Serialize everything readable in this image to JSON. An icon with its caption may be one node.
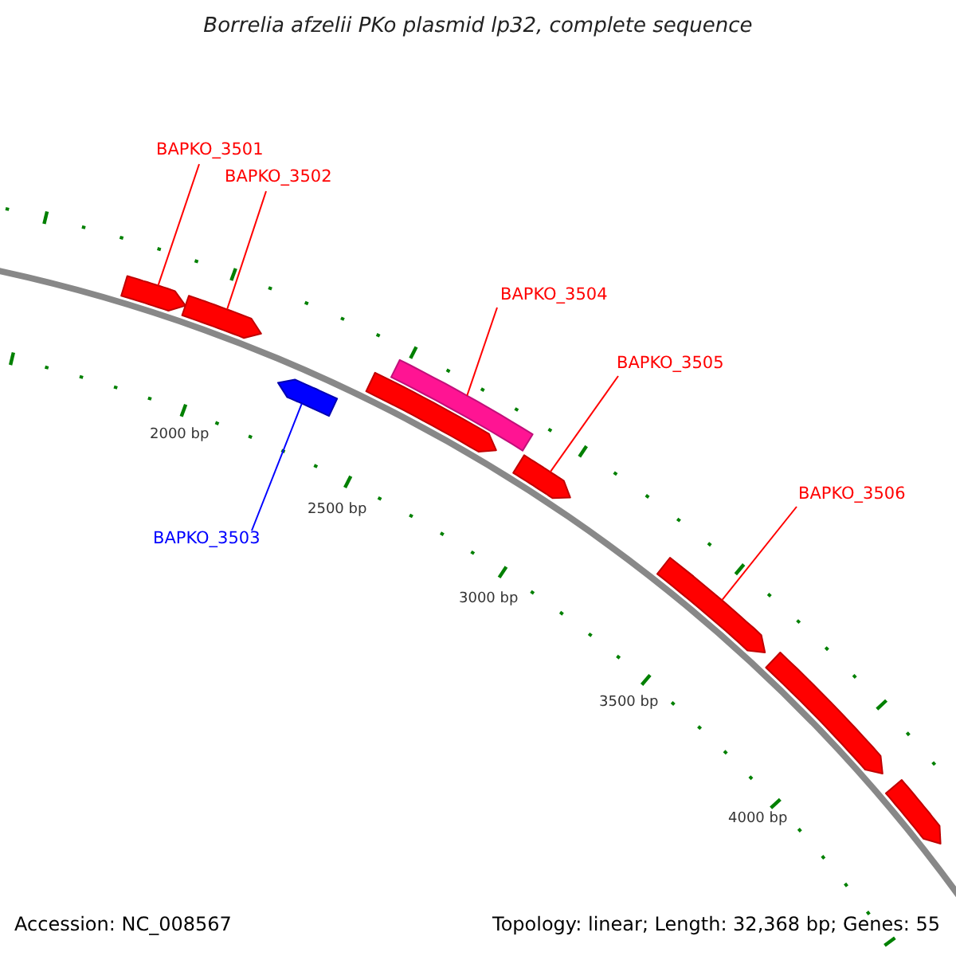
{
  "diagram": {
    "title": "Borrelia afzelii PKo plasmid lp32, complete sequence",
    "nodes": [
      {
        "text": [
          "BAPKO_3501"
        ]
      },
      {
        "text": [
          "BAPKO_3502"
        ]
      },
      {
        "text": [
          "BAPKO_3504"
        ]
      },
      {
        "text": [
          "BAPKO_3505"
        ]
      },
      {
        "text": [
          "BAPKO_3506"
        ]
      },
      {
        "text": [
          "BAPKO_3503"
        ]
      },
      {
        "text": [],
        "shape": "arrow"
      },
      {
        "text": [],
        "shape": "arrow"
      },
      {
        "text": [],
        "shape": "arrow"
      },
      {
        "text": [],
        "shape": "bar"
      },
      {
        "text": [],
        "shape": "arrow"
      },
      {
        "text": [],
        "shape": "arrow"
      },
      {
        "text": [],
        "shape": "arrow"
      },
      {
        "text": [],
        "shape": "arrow"
      },
      {
        "text": [],
        "shape": "arrow"
      }
    ],
    "edges": [
      {
        "from": 0,
        "to": 6,
        "arrow": "none"
      },
      {
        "from": 1,
        "to": 7,
        "arrow": "none"
      },
      {
        "from": 2,
        "to": 9,
        "arrow": "none"
      },
      {
        "from": 3,
        "to": 11,
        "arrow": "none"
      },
      {
        "from": 4,
        "to": 12,
        "arrow": "none"
      },
      {
        "from": 5,
        "to": 8,
        "arrow": "none",
        "color": "#0000ff"
      }
    ],
    "labels": [
      "2000 bp",
      "2500 bp",
      "3000 bp",
      "3500 bp",
      "4000 bp",
      "Accession: NC_008567",
      "Topology: linear; Length: 32,368 bp; Genes: 55"
    ]
  }
}
